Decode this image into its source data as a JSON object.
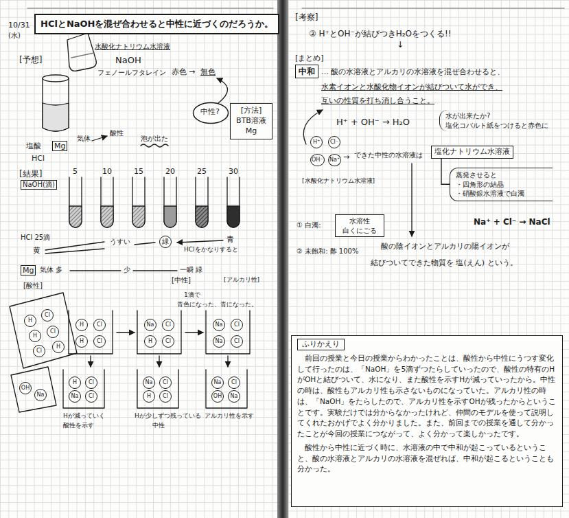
{
  "diagram": {
    "title": "HClとNaOHを混ぜ合わせると中性に近づくのだろうか。",
    "nodes": [
      {
        "text": [
          "[方法]",
          "BTB溶液",
          "Mg"
        ]
      },
      {
        "text": [
          "中性?"
        ]
      },
      {
        "text": [
          "中和"
        ]
      },
      {
        "text": [
          "ふりかえり",
          "前回の授業と今日の授業からわかったことは、酸性から中性にうつす変化して行ったのは、「NaOH」を5滴ずつたらしていったので、酸性の特有のHがOHと結びついて、水になり、また酸性を示すHが減っていったから。中性の時は、酸性もアルカリ性も示さないものになっていた。アルカリ性の時は、「NaOH」をたらしたので、アルカリ性を示すOHが残ったからということです。実験だけでは分からなかったけれど、仲間のモデルを使って説明してくれたおかげでよく分かりました。また、前回までの授業を通して分かったことが今回の授業につながって、よく分かって楽しかったです。",
          "酸性から中性に近づく時に、水溶液の中で中和が起こっているということ、酸の水溶液とアルカリの水溶液を混ぜれば、中和が起こるということも分かった。"
        ]
      },
      {
        "text": [
          "塩化ナトリウム水溶液"
        ]
      },
      {
        "text": [
          "蒸発させると",
          "・四角形の結晶",
          "・硝酸銀水溶液で白濁"
        ]
      },
      {
        "text": [
          "水が出来たか?",
          "塩化コバルト紙をつけると赤色に"
        ]
      },
      {
        "text": [
          "水溶性",
          "白くにごる"
        ]
      }
    ],
    "edges": [
      {
        "from": 4,
        "to": 5,
        "arrow": "none"
      }
    ],
    "labels": [
      "10/31",
      "(水)",
      "[予想]",
      "水酸化ナトリウム水溶液",
      "NaOH",
      "フェノールフタレイン",
      "赤色",
      "→",
      "無色",
      "塩酸",
      "Mg",
      "HCl",
      "気体",
      "酸性",
      "泡が出た",
      "[結果]",
      "5",
      "10",
      "15",
      "20",
      "25",
      "30",
      "NaOH(滴)",
      "HCl 25滴",
      "黄",
      "うすい",
      "緑",
      "青",
      "HClをかなりすると",
      "Mg",
      "気体 多",
      "少",
      "一瞬 緑",
      "[中性]",
      "[アルカリ性]",
      "[酸性]",
      "1滴で",
      "青色になった、青になった。",
      "Hが減っていく",
      "酸性を示す",
      "Hが少しずつ残っている",
      "中性",
      "アルカリ性を示す",
      "[考察]",
      "② H⁺とOH⁻が結びつきH₂Oをつくる!!",
      "↓",
      "[まとめ]",
      "… 酸の水溶液とアルカリの水溶液を混ぜ合わせると、",
      "水素イオンと水酸化物イオンが結びついて水ができ、",
      "互いの性質を打ち消し合うこと。",
      "H⁺ + OH⁻ → H₂O",
      "→",
      "[水酸化ナトリウム水溶液]",
      "Na⁺ + Cl⁻ → NaCl",
      "① 白濁:",
      "② 未飽和: 酢 100%",
      "酸の陰イオンとアルカリの陽イオンが",
      "結びついてできた物質を 塩(えん) という。",
      "できた中性の水溶液は",
      "H",
      "Cl",
      "H",
      "Cl",
      "Cl",
      "H",
      "H",
      "Cl",
      "H",
      "Cl",
      "Na",
      "Cl",
      "H",
      "Cl",
      "Na",
      "Cl",
      "Na",
      "Cl",
      "OH",
      "Na",
      "H",
      "Cl",
      "Na",
      "Cl",
      "Na",
      "Cl",
      "H",
      "Cl",
      "Na",
      "Cl",
      "OH",
      "Na",
      "H⁺",
      "Cl⁻",
      "OH⁻",
      "Na⁺"
    ]
  }
}
